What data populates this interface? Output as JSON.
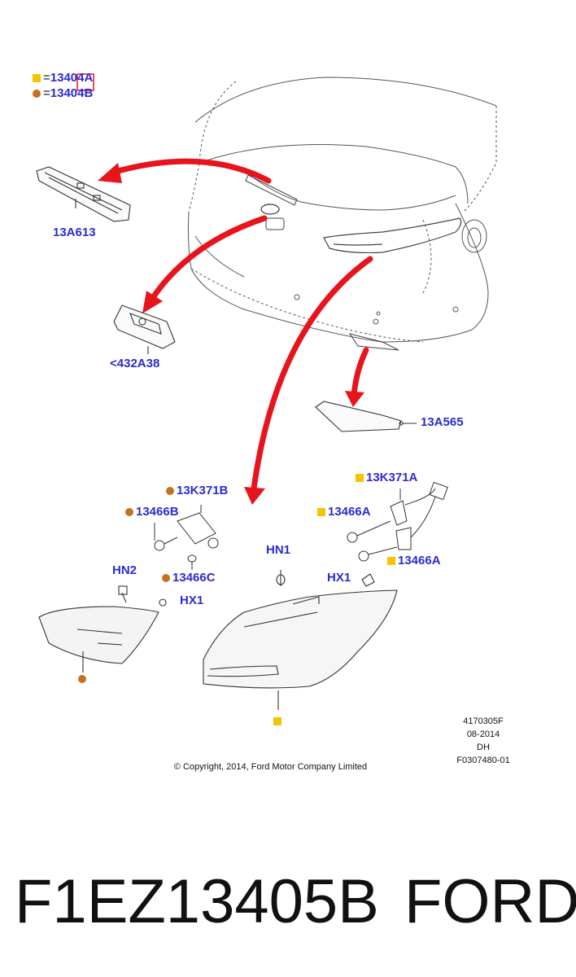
{
  "legend": {
    "square_part": "13404A",
    "circle_part": "13404B",
    "eq": "="
  },
  "callouts": {
    "high_mount_lamp": "13A613",
    "license_lamp": "<432A38",
    "reflector": "13A565",
    "socket_circle": "13K371B",
    "bulb_circle": "13466B",
    "bulb_small_circle": "13466C",
    "hn2": "HN2",
    "hx1_left": "HX1",
    "socket_square": "13K371A",
    "bulb_square_top": "13466A",
    "bulb_square_bottom": "13466A",
    "hn1": "HN1",
    "hx1_right": "HX1"
  },
  "meta": {
    "doc_number": "4170305F",
    "date": "08-2014",
    "code": "DH",
    "figure_id": "F0307480-01",
    "copyright": "© Copyright, 2014, Ford Motor Company Limited"
  },
  "footer": {
    "part_number": "F1EZ13405B",
    "brand": "FORD"
  },
  "colors": {
    "label_blue": "#2b2bd0",
    "arrow_red": "#e8141c",
    "square_yellow": "#f5c400",
    "circle_orange": "#c2711d"
  }
}
